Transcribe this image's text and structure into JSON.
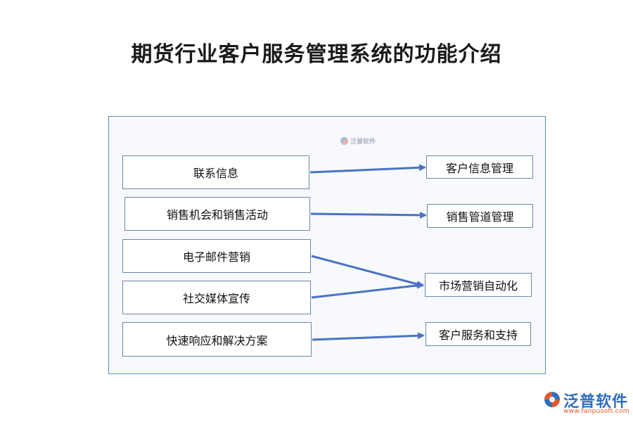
{
  "title": "期货行业客户服务管理系统的功能介绍",
  "watermark": {
    "inner_text": "泛普软件",
    "brand_name": "泛普软件",
    "brand_url": "www.fanpusoft.com"
  },
  "diagram": {
    "left_items": [
      "联系信息",
      "销售机会和销售活动",
      "电子邮件营销",
      "社交媒体宣传",
      "快速响应和解决方案"
    ],
    "right_items": [
      "客户信息管理",
      "销售管道管理",
      "市场营销自动化",
      "客户服务和支持"
    ],
    "connections": [
      {
        "from": "联系信息",
        "to": "客户信息管理"
      },
      {
        "from": "销售机会和销售活动",
        "to": "销售管道管理"
      },
      {
        "from": "电子邮件营销",
        "to": "市场营销自动化"
      },
      {
        "from": "社交媒体宣传",
        "to": "市场营销自动化"
      },
      {
        "from": "快速响应和解决方案",
        "to": "客户服务和支持"
      }
    ],
    "colors": {
      "arrow": "#4a72c4",
      "frame_border": "#5b8fc7",
      "box_border": "#6d86a8"
    }
  }
}
